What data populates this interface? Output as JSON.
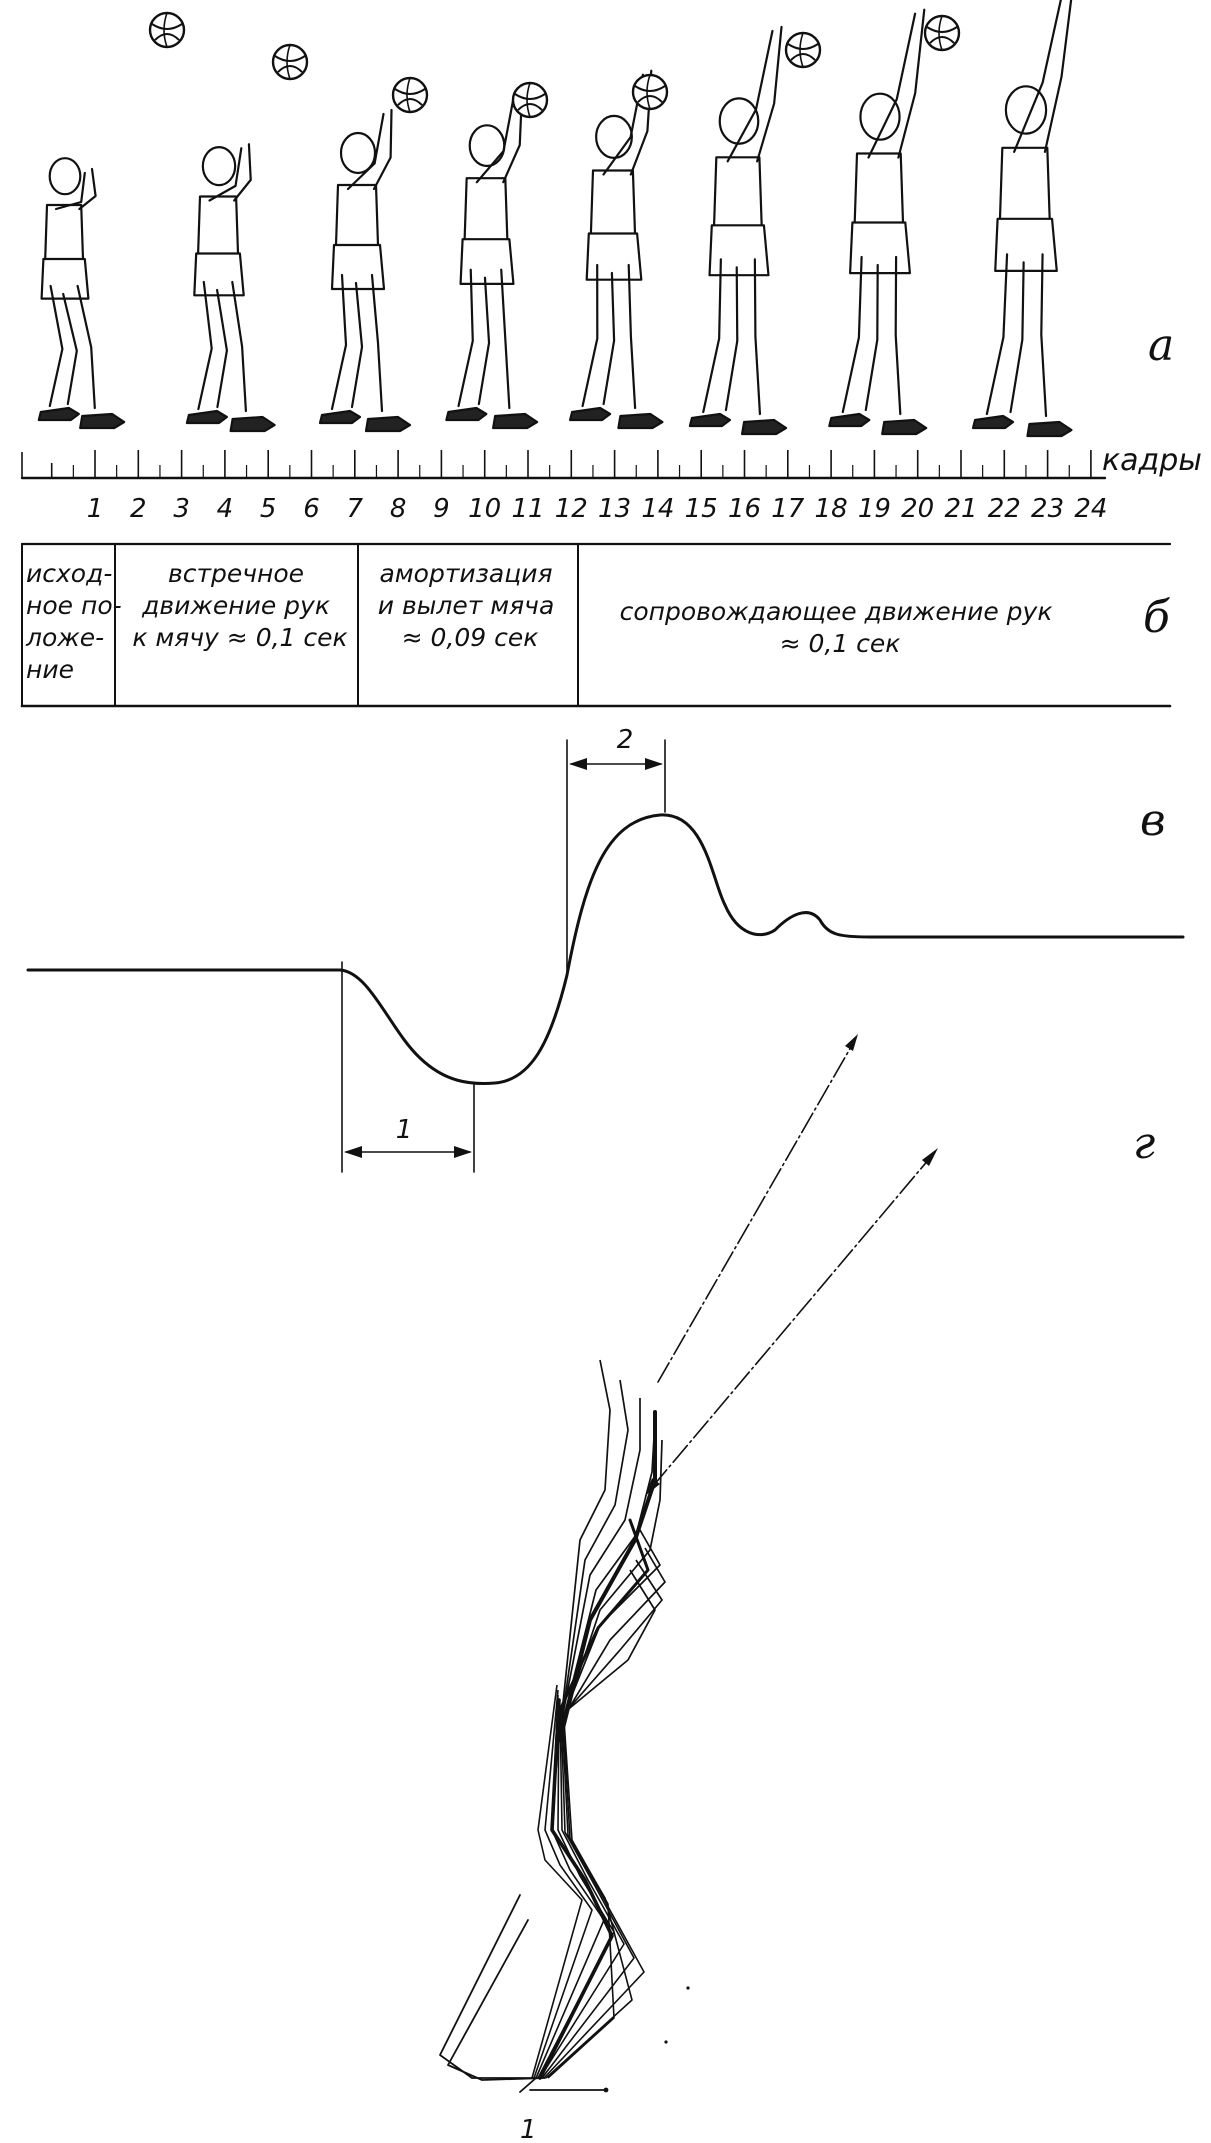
{
  "panels": {
    "a": "а",
    "b": "б",
    "v": "в",
    "g": "г"
  },
  "frames": {
    "unit_label": "кадры",
    "numbers": [
      "1",
      "2",
      "3",
      "4",
      "5",
      "6",
      "7",
      "8",
      "9",
      "10",
      "11",
      "12",
      "13",
      "14",
      "15",
      "16",
      "17",
      "18",
      "19",
      "20",
      "21",
      "22",
      "23",
      "24"
    ]
  },
  "phases": [
    {
      "lines": [
        "исход-",
        "ное по-",
        "ложе-",
        "ние"
      ]
    },
    {
      "lines": [
        "встречное",
        "движение рук",
        "к мячу ≈ 0,1 сек"
      ]
    },
    {
      "lines": [
        "амортизация",
        "и вылет мяча",
        "≈ 0,09 сек"
      ]
    },
    {
      "lines": [
        "сопровождающее  движение рук",
        "≈ 0,1 сек"
      ]
    }
  ],
  "curve": {
    "interval_1": "1",
    "interval_2": "2"
  },
  "trace_footnote": "1"
}
